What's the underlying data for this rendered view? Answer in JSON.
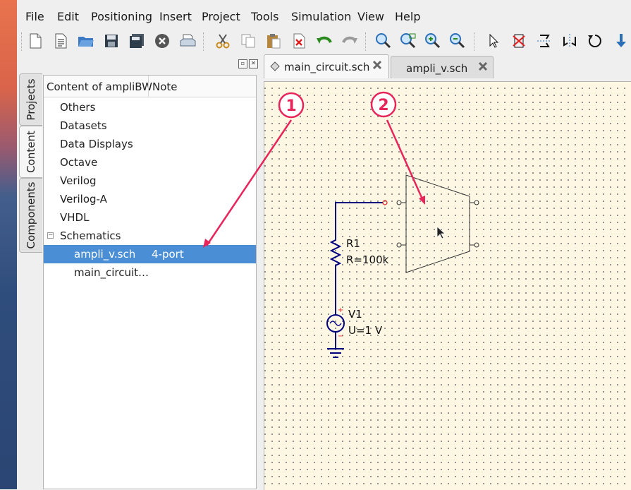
{
  "menubar": {
    "items": [
      "File",
      "Edit",
      "Positioning",
      "Insert",
      "Project",
      "Tools",
      "Simulation",
      "View",
      "Help"
    ]
  },
  "toolbar": {
    "icons": [
      "new-file-icon",
      "new-text-icon",
      "open-icon",
      "save-icon",
      "save-all-icon",
      "close-icon",
      "print-icon",
      "cut-icon",
      "copy-icon",
      "paste-icon",
      "delete-icon",
      "undo-icon",
      "redo-icon",
      "zoom-fit-icon",
      "zoom-selection-icon",
      "zoom-in-icon",
      "zoom-out-icon",
      "select-icon",
      "deactivate-icon",
      "mirror-x-icon",
      "mirror-y-icon",
      "rotate-icon",
      "move-down-icon"
    ]
  },
  "side_tabs": [
    "Projects",
    "Content",
    "Components"
  ],
  "content_panel": {
    "header": {
      "col1": "Content of ampliBW",
      "col2": "Note"
    },
    "items": [
      {
        "label": "Others",
        "note": ""
      },
      {
        "label": "Datasets",
        "note": ""
      },
      {
        "label": "Data Displays",
        "note": ""
      },
      {
        "label": "Octave",
        "note": ""
      },
      {
        "label": "Verilog",
        "note": ""
      },
      {
        "label": "Verilog-A",
        "note": ""
      },
      {
        "label": "VHDL",
        "note": ""
      },
      {
        "label": "Schematics",
        "note": "",
        "expander": "−"
      },
      {
        "label": "ampli_v.sch",
        "note": "4-port"
      },
      {
        "label": "main_circuit…",
        "note": ""
      }
    ]
  },
  "editor_tabs": [
    {
      "label": "main_circuit.sch",
      "active": true
    },
    {
      "label": "ampli_v.sch",
      "active": false
    }
  ],
  "schematic": {
    "r1_name": "R1",
    "r1_value": "R=100k",
    "v1_name": "V1",
    "v1_value": "U=1 V",
    "v1_plus": "+",
    "v1_minus": "−"
  },
  "callouts": [
    "1",
    "2"
  ],
  "colors": {
    "accent": "#e8255a",
    "selection": "#4a8fd6",
    "wire": "#00007f",
    "canvas": "#fdf7e4"
  }
}
